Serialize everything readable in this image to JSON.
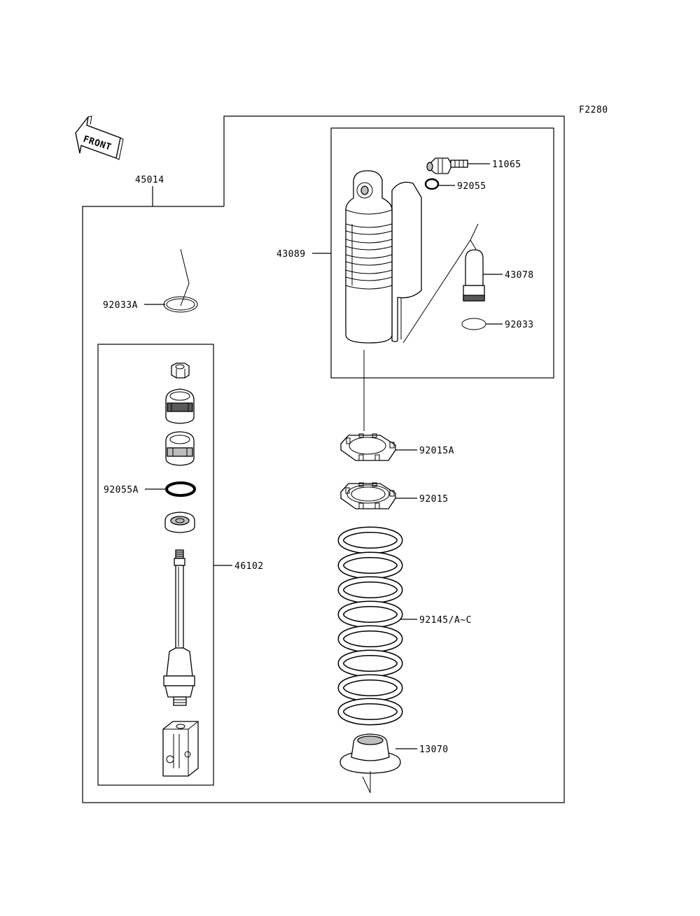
{
  "figure_code": "F2280",
  "front_marker": "FRONT",
  "labels": {
    "p45014": "45014",
    "p92033A": "92033A",
    "p46102": "46102",
    "p92055A": "92055A",
    "p43089": "43089",
    "p11065": "11065",
    "p92055": "92055",
    "p43078": "43078",
    "p92033": "92033",
    "p92015A": "92015A",
    "p92015": "92015",
    "p92145": "92145/A~C",
    "p13070": "13070"
  }
}
